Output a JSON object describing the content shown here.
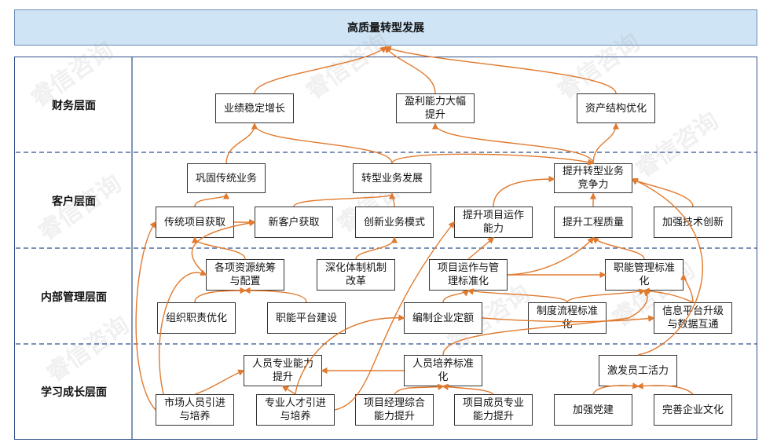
{
  "title": "高质量转型发展",
  "watermark": "睿信咨询",
  "rows": [
    {
      "id": "finance",
      "label": "财务层面"
    },
    {
      "id": "customer",
      "label": "客户层面"
    },
    {
      "id": "internal",
      "label": "内部管理层面"
    },
    {
      "id": "learning",
      "label": "学习成长层面"
    }
  ],
  "nodes": {
    "yjwdzz": "业绩稳定增长",
    "ylnldfts": "盈利能力大幅\n提升",
    "zcjgyh": "资产结构优化",
    "ggctyw": "巩固传统业务",
    "zxywfz": "转型业务发展",
    "tszxywjzl": "提升转型业务\n竞争力",
    "ctxmhq": "传统项目获取",
    "xkhhq": "新客户获取",
    "cxywms": "创新业务模式",
    "tsxmyznl": "提升项目运作\n能力",
    "tsgczl": "提升工程质量",
    "jqjscx": "加强技术创新",
    "gxzytcypz": "各项资源统筹\n与配置",
    "shtzjzgg": "深化体制机制\n改革",
    "xmyzygl": "项目运作与管\n理标准化",
    "znglbzh": "职能管理标准\n化",
    "zzzzyh": "组织职责优化",
    "znptjs": "职能平台建设",
    "bzqydb": "编制企业定额",
    "zdlcbzh": "制度流程标准\n化",
    "xxptsj": "信息平台升级\n与数据互通",
    "ryzynlts": "人员专业能力\n提升",
    "rypybzh": "人员培养标准\n化",
    "jfygkl": "激发员工活力",
    "scrytjpy": "市场人员引进\n与培养",
    "zyrctjpy": "专业人才引进\n与培养",
    "xmjlzhnl": "项目经理综合\n能力提升",
    "xmcyzynl": "项目成员专业\n能力提升",
    "jqdj": "加强党建",
    "wsqywh": "完善企业文化"
  },
  "colors": {
    "arrow": "#e07a2e",
    "header_fill": "#cfe4f5",
    "frame": "#2f4f8a",
    "divider": "#2f4f8a"
  }
}
